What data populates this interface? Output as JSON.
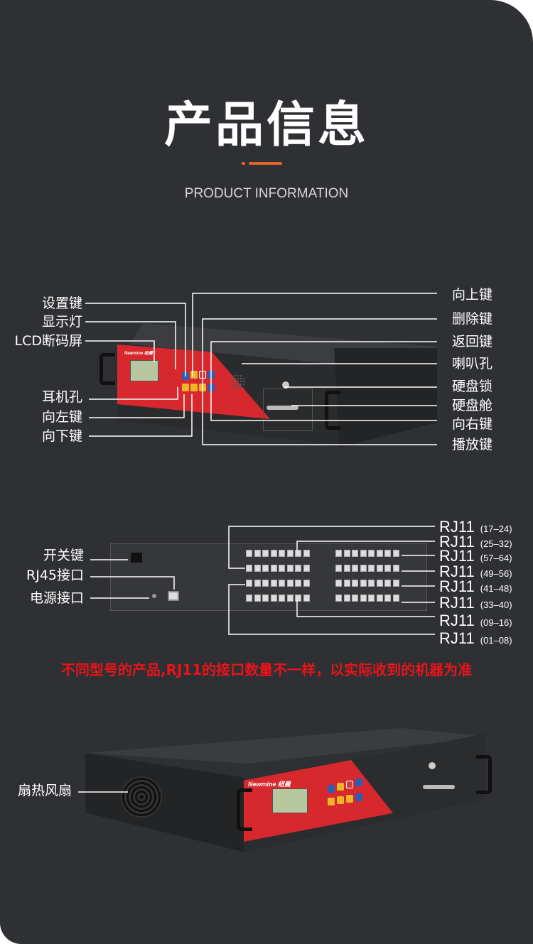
{
  "header": {
    "title": "产品信息",
    "subtitle": "PRODUCT INFORMATION",
    "accent": "#e8632a"
  },
  "front_view": {
    "left_labels": [
      "设置键",
      "显示灯",
      "LCD断码屏",
      "耳机孔",
      "向左键",
      "向下键"
    ],
    "right_labels": [
      "向上键",
      "删除键",
      "返回键",
      "喇叭孔",
      "硬盘锁",
      "硬盘舱",
      "向右键",
      "播放键"
    ],
    "panel_brand": "Newmine 纽曼"
  },
  "back_view": {
    "left_labels": [
      "开关键",
      "RJ45接口",
      "电源接口"
    ],
    "rj11_ports": [
      {
        "label": "RJ11",
        "range": "(17–24)"
      },
      {
        "label": "RJ11",
        "range": "(25–32)"
      },
      {
        "label": "RJ11",
        "range": "(57–64)"
      },
      {
        "label": "RJ11",
        "range": "(49–56)"
      },
      {
        "label": "RJ11",
        "range": "(41–48)"
      },
      {
        "label": "RJ11",
        "range": "(33–40)"
      },
      {
        "label": "RJ11",
        "range": "(09–16)"
      },
      {
        "label": "RJ11",
        "range": "(01–08)"
      }
    ]
  },
  "note": {
    "text": "不同型号的产品,RJ11的接口数量不一样，以实际收到的机器为准",
    "color": "#e8141a"
  },
  "side_view": {
    "label": "扇热风扇",
    "panel_brand": "Newmine 纽曼"
  }
}
